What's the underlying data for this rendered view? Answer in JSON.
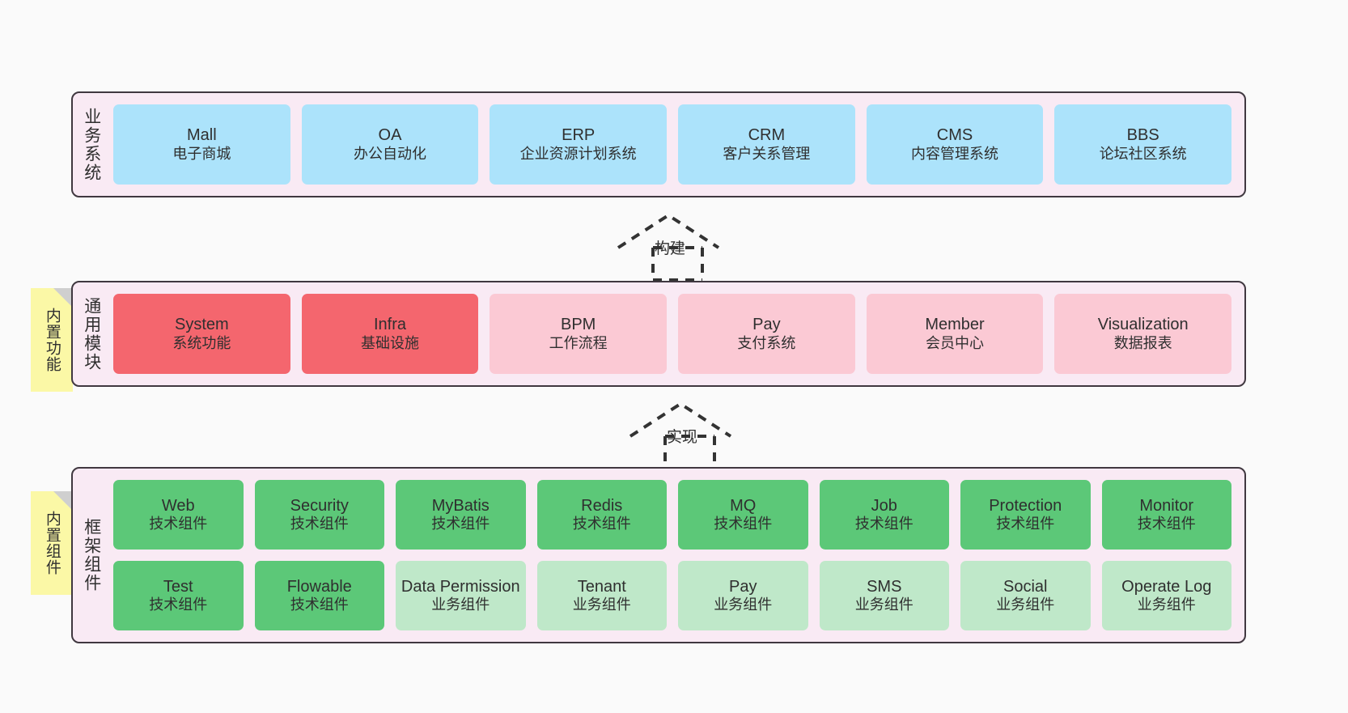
{
  "diagram": {
    "background": "#fafafa",
    "layer_fill": "#f9eaf4",
    "layer_border": "#403840",
    "note_fill": "#fbf8a6",
    "colors": {
      "business": "#ace3fb",
      "module_core": "#f4666e",
      "module_optional": "#fbc9d4",
      "component_tech": "#5cc878",
      "component_business": "#bfe8c9"
    }
  },
  "layers": {
    "business": {
      "label": "业务系统",
      "nodes": [
        {
          "title": "Mall",
          "sub": "电子商城",
          "variant": "c-blue"
        },
        {
          "title": "OA",
          "sub": "办公自动化",
          "variant": "c-blue"
        },
        {
          "title": "ERP",
          "sub": "企业资源计划系统",
          "variant": "c-blue"
        },
        {
          "title": "CRM",
          "sub": "客户关系管理",
          "variant": "c-blue"
        },
        {
          "title": "CMS",
          "sub": "内容管理系统",
          "variant": "c-blue"
        },
        {
          "title": "BBS",
          "sub": "论坛社区系统",
          "variant": "c-blue"
        }
      ]
    },
    "modules": {
      "label": "通用模块",
      "note": "内置功能",
      "nodes": [
        {
          "title": "System",
          "sub": "系统功能",
          "variant": "c-red"
        },
        {
          "title": "Infra",
          "sub": "基础设施",
          "variant": "c-red"
        },
        {
          "title": "BPM",
          "sub": "工作流程",
          "variant": "c-pink"
        },
        {
          "title": "Pay",
          "sub": "支付系统",
          "variant": "c-pink"
        },
        {
          "title": "Member",
          "sub": "会员中心",
          "variant": "c-pink"
        },
        {
          "title": "Visualization",
          "sub": "数据报表",
          "variant": "c-pink"
        }
      ]
    },
    "framework": {
      "label": "框架组件",
      "note": "内置组件",
      "row1": [
        {
          "title": "Web",
          "sub": "技术组件",
          "variant": "c-green"
        },
        {
          "title": "Security",
          "sub": "技术组件",
          "variant": "c-green"
        },
        {
          "title": "MyBatis",
          "sub": "技术组件",
          "variant": "c-green"
        },
        {
          "title": "Redis",
          "sub": "技术组件",
          "variant": "c-green"
        },
        {
          "title": "MQ",
          "sub": "技术组件",
          "variant": "c-green"
        },
        {
          "title": "Job",
          "sub": "技术组件",
          "variant": "c-green"
        },
        {
          "title": "Protection",
          "sub": "技术组件",
          "variant": "c-green"
        },
        {
          "title": "Monitor",
          "sub": "技术组件",
          "variant": "c-green"
        }
      ],
      "row2": [
        {
          "title": "Test",
          "sub": "技术组件",
          "variant": "c-green"
        },
        {
          "title": "Flowable",
          "sub": "技术组件",
          "variant": "c-green"
        },
        {
          "title": "Data Permission",
          "sub": "业务组件",
          "variant": "c-green-light"
        },
        {
          "title": "Tenant",
          "sub": "业务组件",
          "variant": "c-green-light"
        },
        {
          "title": "Pay",
          "sub": "业务组件",
          "variant": "c-green-light"
        },
        {
          "title": "SMS",
          "sub": "业务组件",
          "variant": "c-green-light"
        },
        {
          "title": "Social",
          "sub": "业务组件",
          "variant": "c-green-light"
        },
        {
          "title": "Operate Log",
          "sub": "业务组件",
          "variant": "c-green-light"
        }
      ]
    }
  },
  "connectors": [
    {
      "label": "构建"
    },
    {
      "label": "实现"
    }
  ]
}
